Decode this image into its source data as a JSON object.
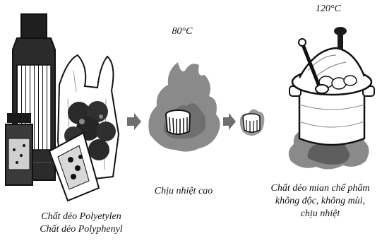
{
  "stage1": {
    "caption_line1": "Chất dẻo Polyetylen",
    "caption_line2": "Chất dẻo Polyphenyl"
  },
  "stage2": {
    "temperature": "80°C",
    "caption": "Chịu nhiệt cao"
  },
  "stage3": {
    "temperature": "120°C",
    "caption_line1": "Chất dẻo mian chế phẩm",
    "caption_line2": "không độc, không mùi,",
    "caption_line3": "chịu nhiệt"
  },
  "colors": {
    "ink": "#111111",
    "flame": "#8a8a8a",
    "flame_dark": "#5e5e5e",
    "dark_fill": "#2b2b2b"
  }
}
